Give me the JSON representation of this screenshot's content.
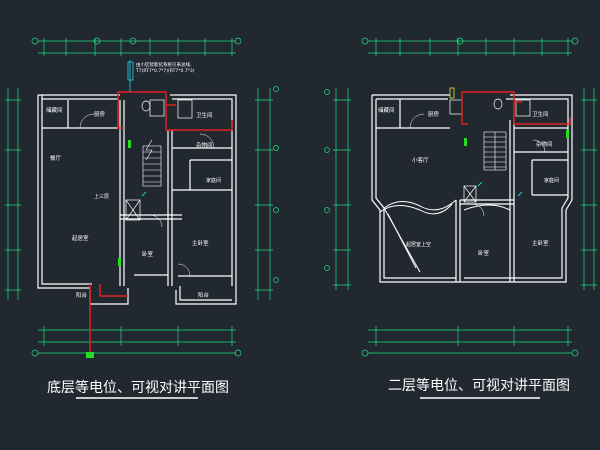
{
  "colors": {
    "background": "#212830",
    "wall": "#ffffff",
    "dim": "#20e080",
    "cable": "#e02020",
    "label": "#ffffff",
    "caption": "#ffffff",
    "cyan": "#20d0e0",
    "yellow": "#e0e040",
    "green": "#20e020"
  },
  "left_plan": {
    "caption": "底层等电位、可视对讲平面图",
    "note_line1": "由小区智能化系统引来总线,",
    "note_line2": "T7(RT7*0.7*7)(RT7*0.7*3)",
    "rooms": {
      "hall_entry": "储藏间",
      "kitchen": "厨房",
      "dining": "餐厅",
      "stairs_up": "上三层",
      "living": "起居室",
      "bathroom": "卫生间",
      "storage": "杂物间",
      "family": "家庭间",
      "bedroom": "卧室",
      "master": "主卧室",
      "porch": "阳台",
      "balcony": "阳台"
    }
  },
  "right_plan": {
    "caption": "二层等电位、可视对讲平面图",
    "rooms": {
      "room_a": "储藏间",
      "kitchen": "厨房",
      "small_hall": "小客厅",
      "bathroom": "卫生间",
      "storage": "杂物间",
      "family": "家庭间",
      "void": "起居室上空",
      "bedroom": "卧室",
      "master": "主卧室"
    }
  }
}
